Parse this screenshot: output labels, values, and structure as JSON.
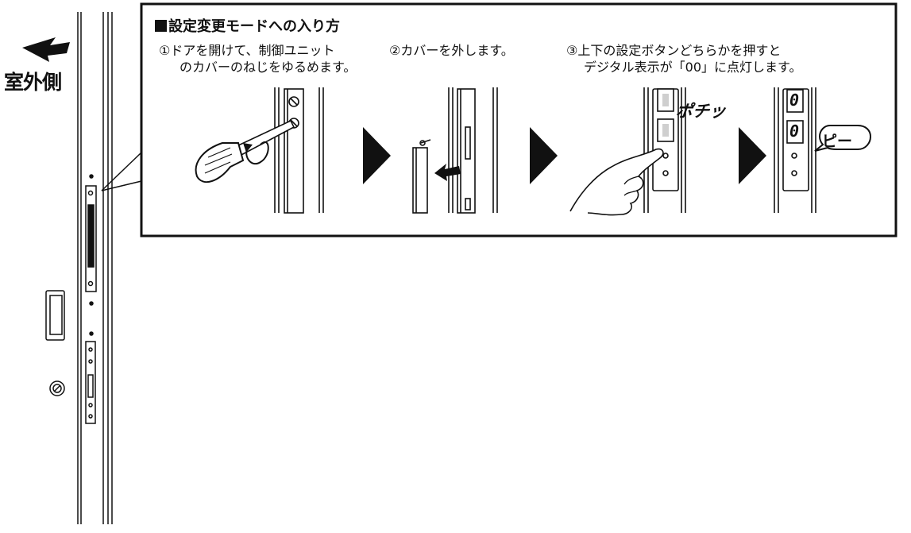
{
  "side_label": "室外側",
  "title": "設定変更モードへの入り方",
  "steps": [
    {
      "line1": "①ドアを開けて、制御ユニット",
      "line2": "のカバーのねじをゆるめます。"
    },
    {
      "line1": "②カバーを外します。",
      "line2": ""
    },
    {
      "line1": "③上下の設定ボタンどちらかを押すと",
      "line2": "デジタル表示が「00」に点灯します。"
    }
  ],
  "sound_press": "ポチッ",
  "sound_beep": "ピー",
  "display_digit": "0",
  "colors": {
    "line": "#111111",
    "unlit_digit": "#cfcfcf",
    "fill": "#ffffff"
  }
}
